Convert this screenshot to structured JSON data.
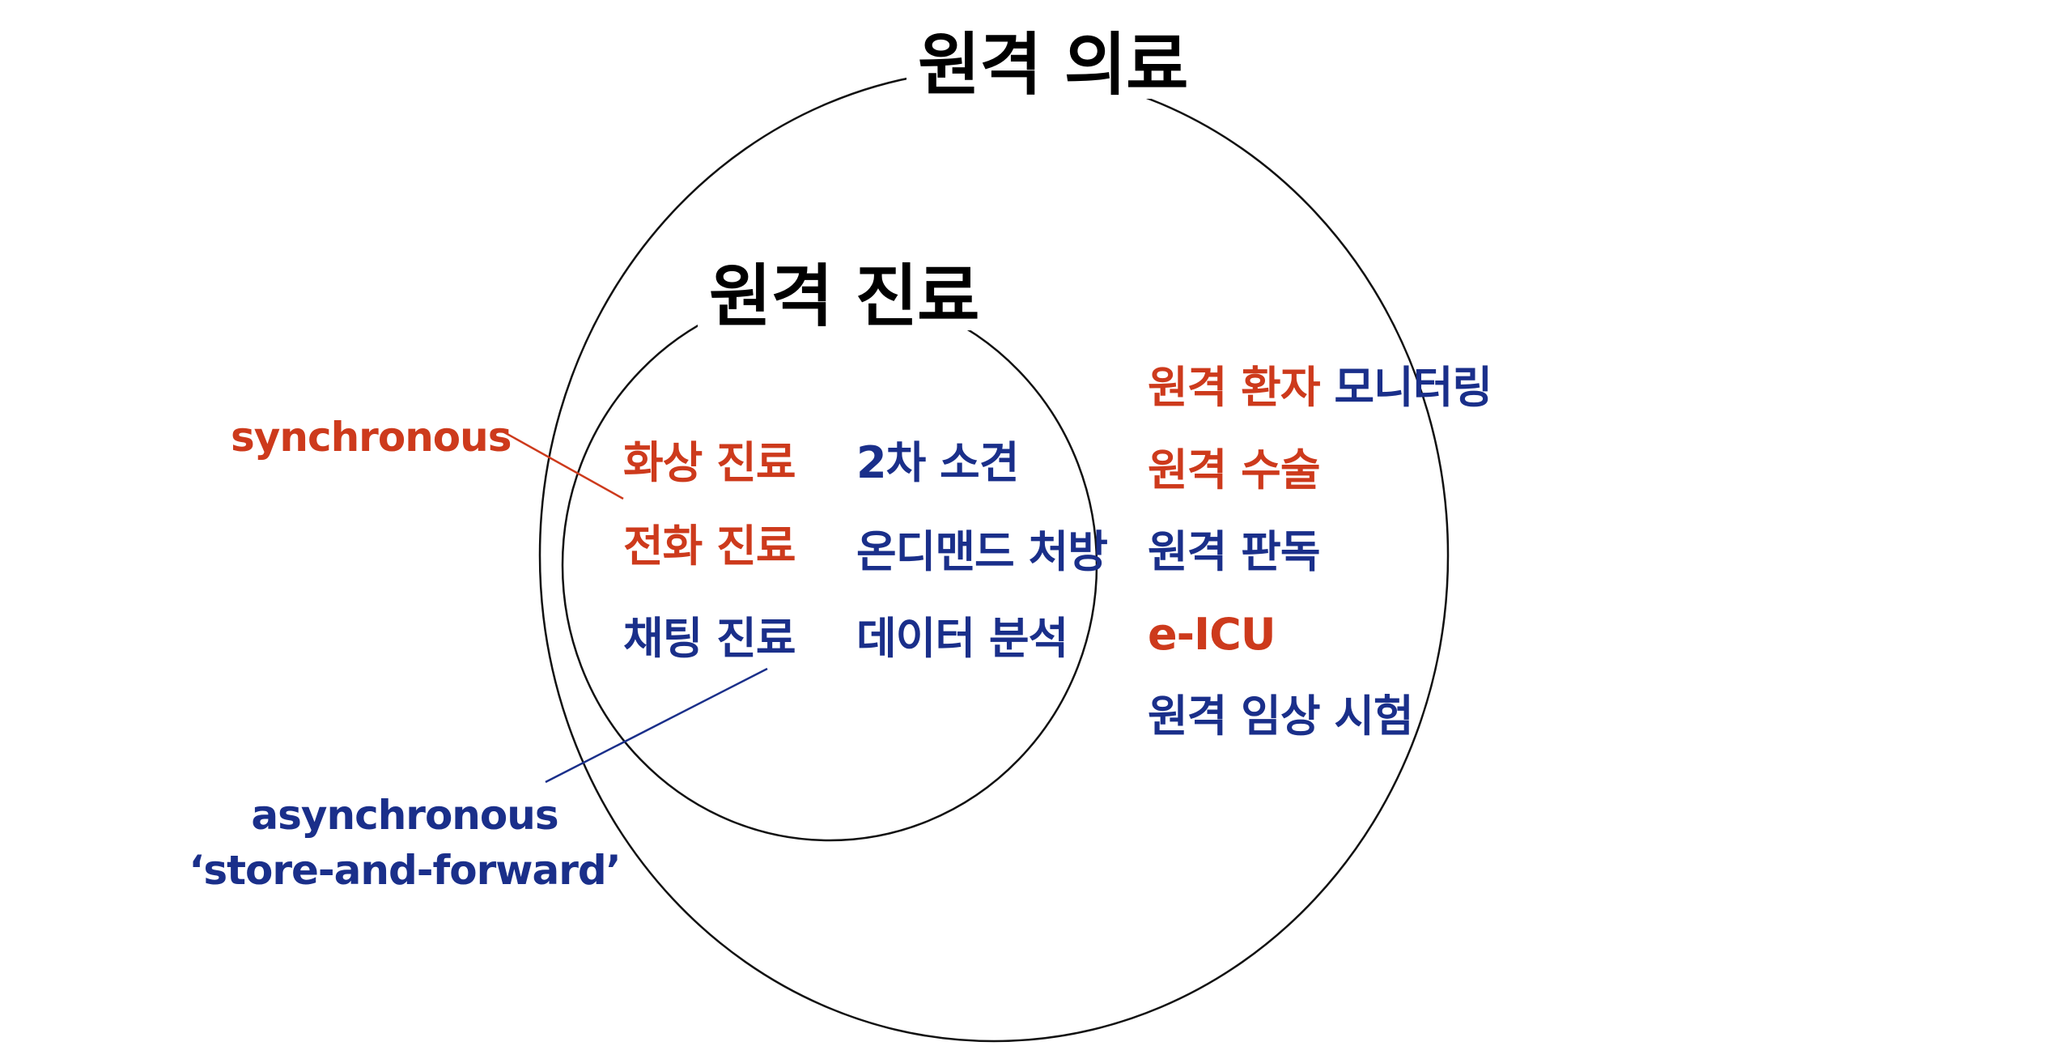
{
  "colors": {
    "red": "#cd3a1c",
    "blue": "#1a2f8a",
    "black": "#000000",
    "outline": "#111111"
  },
  "outer_set": {
    "title": "원격 의료",
    "items": [
      {
        "text": "원격 환자",
        "color": "red"
      },
      {
        "text": "모니터링",
        "color": "blue"
      },
      {
        "text": "원격 수술",
        "color": "red"
      },
      {
        "text": "원격 판독",
        "color": "blue"
      },
      {
        "text": "e-ICU",
        "color": "red"
      },
      {
        "text": "원격 임상 시험",
        "color": "blue"
      }
    ]
  },
  "inner_set": {
    "title": "원격 진료",
    "left_column": [
      {
        "text": "화상 진료",
        "color": "red"
      },
      {
        "text": "전화 진료",
        "color": "red"
      },
      {
        "text": "채팅 진료",
        "color": "blue"
      }
    ],
    "right_column": [
      {
        "text": "2차 소견",
        "color": "blue"
      },
      {
        "text": "온디맨드 처방",
        "color": "blue"
      },
      {
        "text": "데이터 분석",
        "color": "blue"
      }
    ]
  },
  "annotations": {
    "synchronous": {
      "text": "synchronous",
      "color": "red"
    },
    "asynchronous": {
      "line1": "asynchronous",
      "line2": "‘store-and-forward’",
      "color": "blue"
    }
  }
}
